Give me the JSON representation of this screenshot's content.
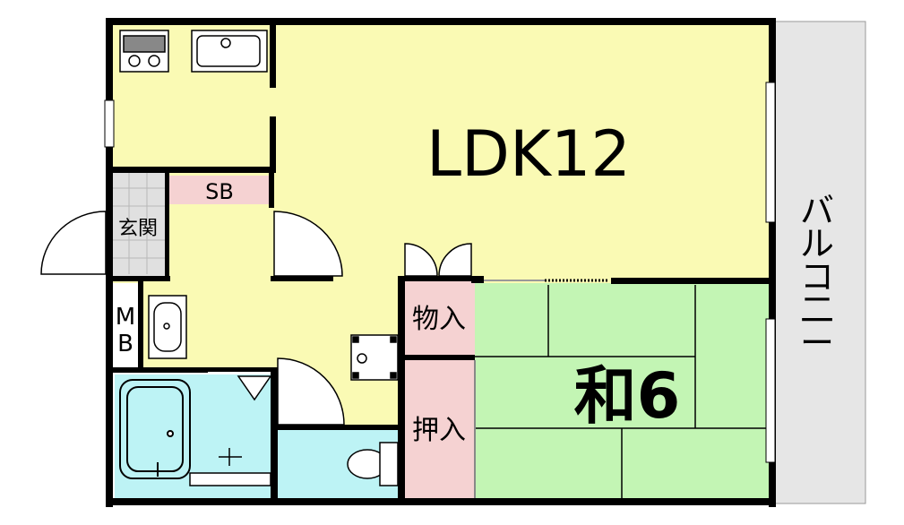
{
  "rooms": {
    "ldk": "LDK12",
    "washitsu": "和6",
    "shoe_box": "SB",
    "genkan": "玄関",
    "mb_top": "M",
    "mb_bottom": "B",
    "storage": "物入",
    "closet": "押入",
    "balcony": "バルコニー"
  },
  "colors": {
    "ldk": "#FAFAB4",
    "washitsu": "#C3F5B4",
    "storage": "#F5D2D2",
    "bath": "#BDF3F5",
    "balcony": "#E6E6E6",
    "wall": "#000000"
  }
}
